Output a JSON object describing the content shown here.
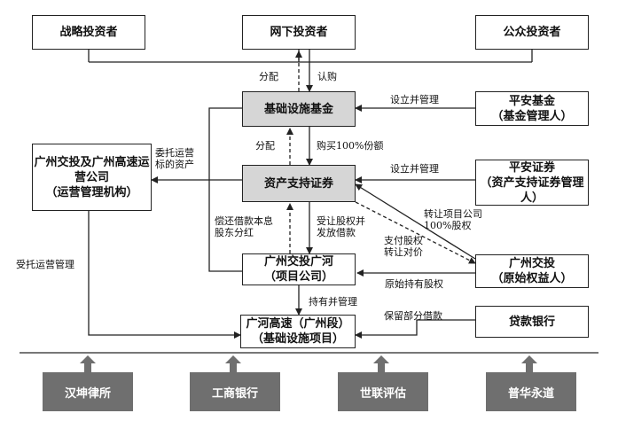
{
  "boxes": {
    "strategic": "战略投资者",
    "offline": "网下投资者",
    "public": "公众投资者",
    "fund": "基础设施基金",
    "ping_an_fund": "平安基金\n（基金管理人）",
    "operator": "广州交投及广州高速运营公司\n（运营管理机构）",
    "abs": "资产支持证券",
    "ping_an_securities": "平安证券\n（资产支持证券管理人）",
    "project_company": "广州交投广河\n（项目公司）",
    "original_owner": "广州交投\n（原始权益人）",
    "infra_project": "广河高速（广州段）\n（基础设施项目）",
    "loan_bank": "贷款银行"
  },
  "labels": {
    "allocate_top": "分配",
    "subscribe": "认购",
    "setup_manage_1": "设立并管理",
    "allocate_mid": "分配",
    "buy_100": "购买100%份额",
    "entrust_assets": "委托运营\n标的资产",
    "setup_manage_2": "设立并管理",
    "transfer_company": "转让项目公司\n100%股权",
    "repay": "偿还借款本息\n股东分红",
    "accept_equity": "受让股权并\n发放借款",
    "pay_equity": "支付股权\n转让对价",
    "original_hold": "原始持有股权",
    "hold_manage": "持有并管理",
    "retain_loan": "保留部分借款",
    "entrust_ops": "受托运营管理"
  },
  "service_providers": [
    "汉坤律所",
    "工商银行",
    "世联评估",
    "普华永道"
  ]
}
